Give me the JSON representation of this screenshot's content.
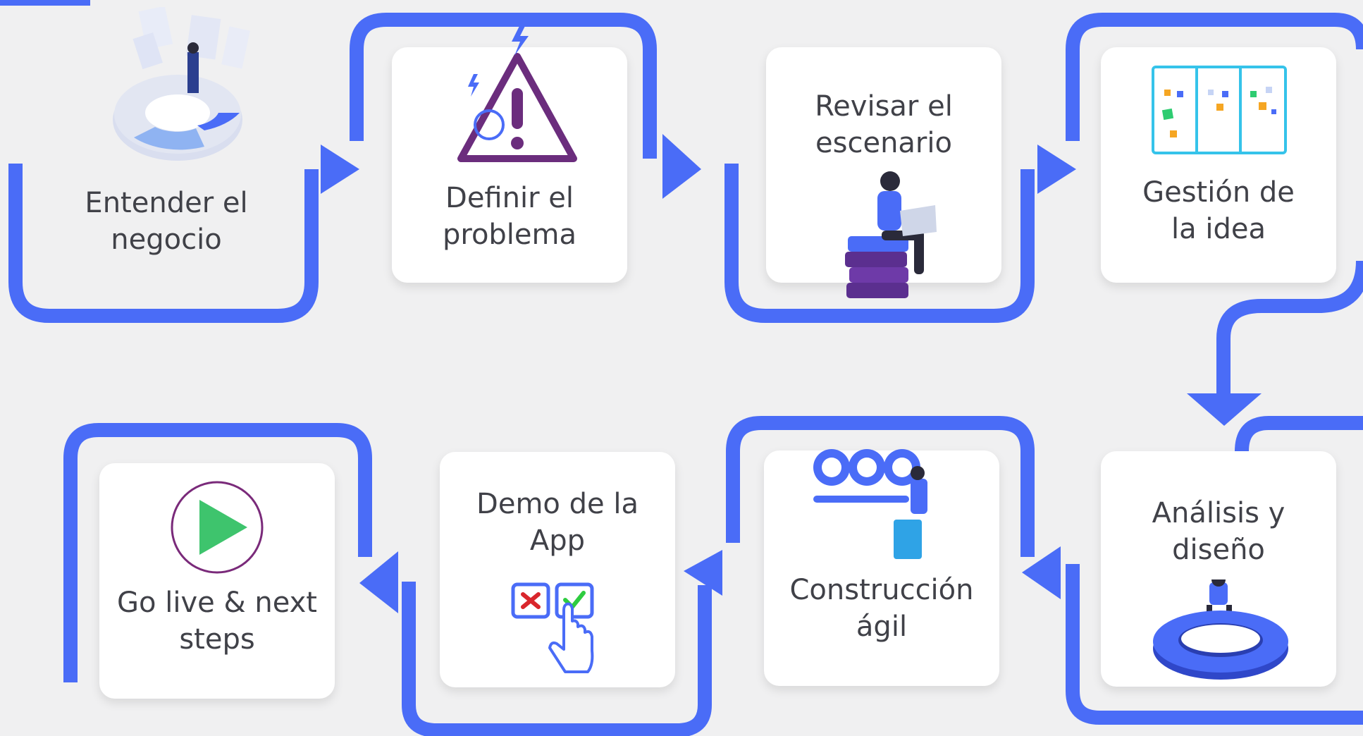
{
  "steps": [
    {
      "label": "Entender el\nnegocio",
      "icon": "business-analysis-illustration"
    },
    {
      "label": "Definir el\nproblema",
      "icon": "warning-problem-illustration"
    },
    {
      "label": "Revisar el\nescenario",
      "icon": "person-reading-laptop-illustration"
    },
    {
      "label": "Gestión de\nla idea",
      "icon": "kanban-board-illustration"
    },
    {
      "label": "Análisis y\ndiseño",
      "icon": "gear-person-illustration"
    },
    {
      "label": "Construcción\nágil",
      "icon": "gears-progress-illustration"
    },
    {
      "label": "Demo de la\nApp",
      "icon": "checkbox-selection-illustration"
    },
    {
      "label": "Go live & next\nsteps",
      "icon": "play-button-icon"
    }
  ],
  "colors": {
    "accent": "#4a6cf7",
    "background": "#f0f0f1",
    "card": "#ffffff",
    "text": "#404148",
    "play_green": "#3ec46d",
    "play_ring": "#7a2a7a"
  }
}
